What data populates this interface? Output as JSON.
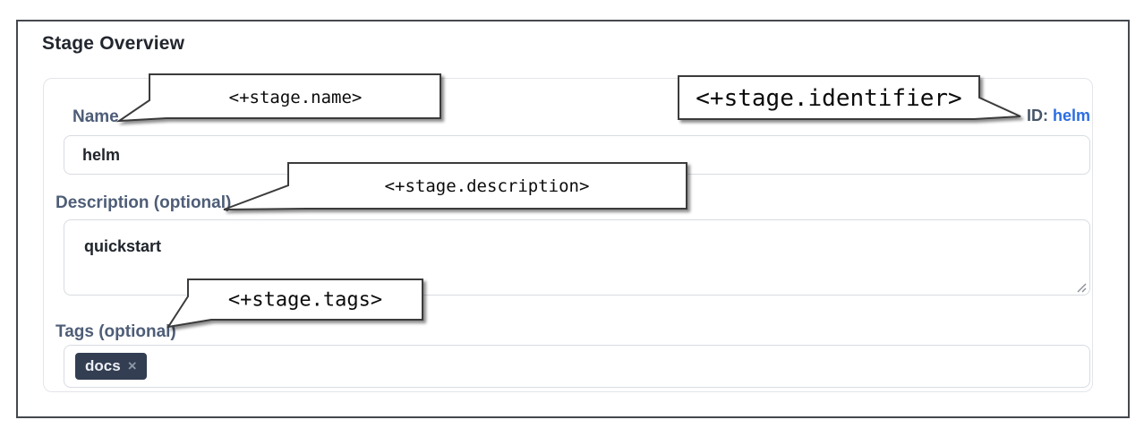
{
  "window": {
    "title": "Stage Overview"
  },
  "form": {
    "name": {
      "label": "Name",
      "value": "helm"
    },
    "identifier": {
      "label": "ID:",
      "value": "helm"
    },
    "description": {
      "label": "Description (optional)",
      "value": "quickstart"
    },
    "tags": {
      "label": "Tags (optional)",
      "chips": [
        {
          "label": "docs",
          "remove_icon": "×"
        }
      ]
    }
  },
  "annotations": {
    "name": "<+stage.name>",
    "identifier": "<+stage.identifier>",
    "description": "<+stage.description>",
    "tags": "<+stage.tags>"
  },
  "colors": {
    "label": "#4e5d77",
    "value_text": "#20252c",
    "link_blue": "#2b6ee2",
    "chip_bg": "#333e52",
    "chip_text": "#edf0f4",
    "callout_border": "#3a3a3a",
    "input_border": "#d8dbe1",
    "frame_border": "#44484e"
  }
}
